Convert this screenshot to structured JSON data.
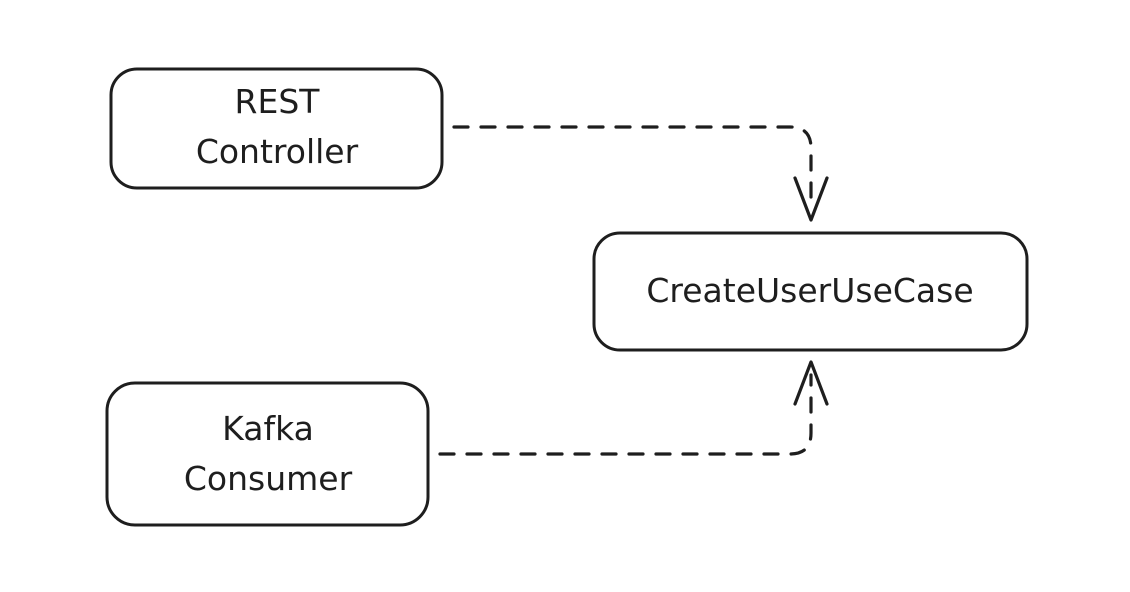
{
  "diagram": {
    "nodes": [
      {
        "id": "rest",
        "lines": [
          "REST",
          "Controller"
        ]
      },
      {
        "id": "kafka",
        "lines": [
          "Kafka",
          "Consumer"
        ]
      },
      {
        "id": "usecase",
        "lines": [
          "CreateUserUseCase"
        ]
      }
    ],
    "edges": [
      {
        "from": "rest",
        "to": "usecase",
        "style": "dashed"
      },
      {
        "from": "kafka",
        "to": "usecase",
        "style": "dashed"
      }
    ],
    "colors": {
      "stroke": "#1e1e1e",
      "background": "#ffffff"
    }
  }
}
